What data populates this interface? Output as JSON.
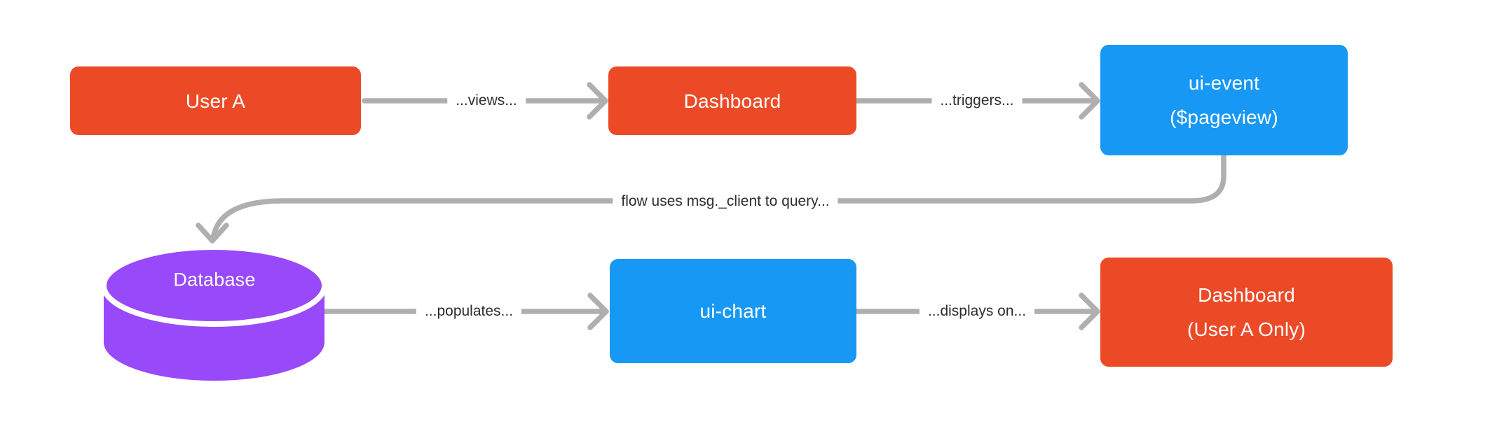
{
  "diagram": {
    "nodes": {
      "user_a": {
        "label": "User A",
        "shape": "rect",
        "color": "#EC4A26"
      },
      "dashboard": {
        "label": "Dashboard",
        "shape": "rect",
        "color": "#EC4A26"
      },
      "ui_event": {
        "line1": "ui-event",
        "line2": "($pageview)",
        "shape": "rect",
        "color": "#1798F4"
      },
      "database": {
        "label": "Database",
        "shape": "cylinder",
        "color": "#9849FA"
      },
      "ui_chart": {
        "label": "ui-chart",
        "shape": "rect",
        "color": "#1798F4"
      },
      "dashboard_user_a": {
        "line1": "Dashboard",
        "line2": "(User A Only)",
        "shape": "rect",
        "color": "#EC4A26"
      }
    },
    "edges": {
      "views": {
        "from": "user_a",
        "to": "dashboard",
        "label": "...views..."
      },
      "triggers": {
        "from": "dashboard",
        "to": "ui_event",
        "label": "...triggers..."
      },
      "query": {
        "from": "ui_event",
        "to": "database",
        "label": "flow uses msg._client to query..."
      },
      "populates": {
        "from": "database",
        "to": "ui_chart",
        "label": "...populates..."
      },
      "displays_on": {
        "from": "ui_chart",
        "to": "dashboard_user_a",
        "label": "...displays on..."
      }
    },
    "colors": {
      "node_orange": "#EC4A26",
      "node_blue": "#1798F4",
      "node_purple": "#9849FA",
      "arrow": "#AFAFAF",
      "edge_label_text": "#2D2D2D",
      "node_text": "#FFFFFF",
      "background": "#FFFFFF"
    }
  }
}
